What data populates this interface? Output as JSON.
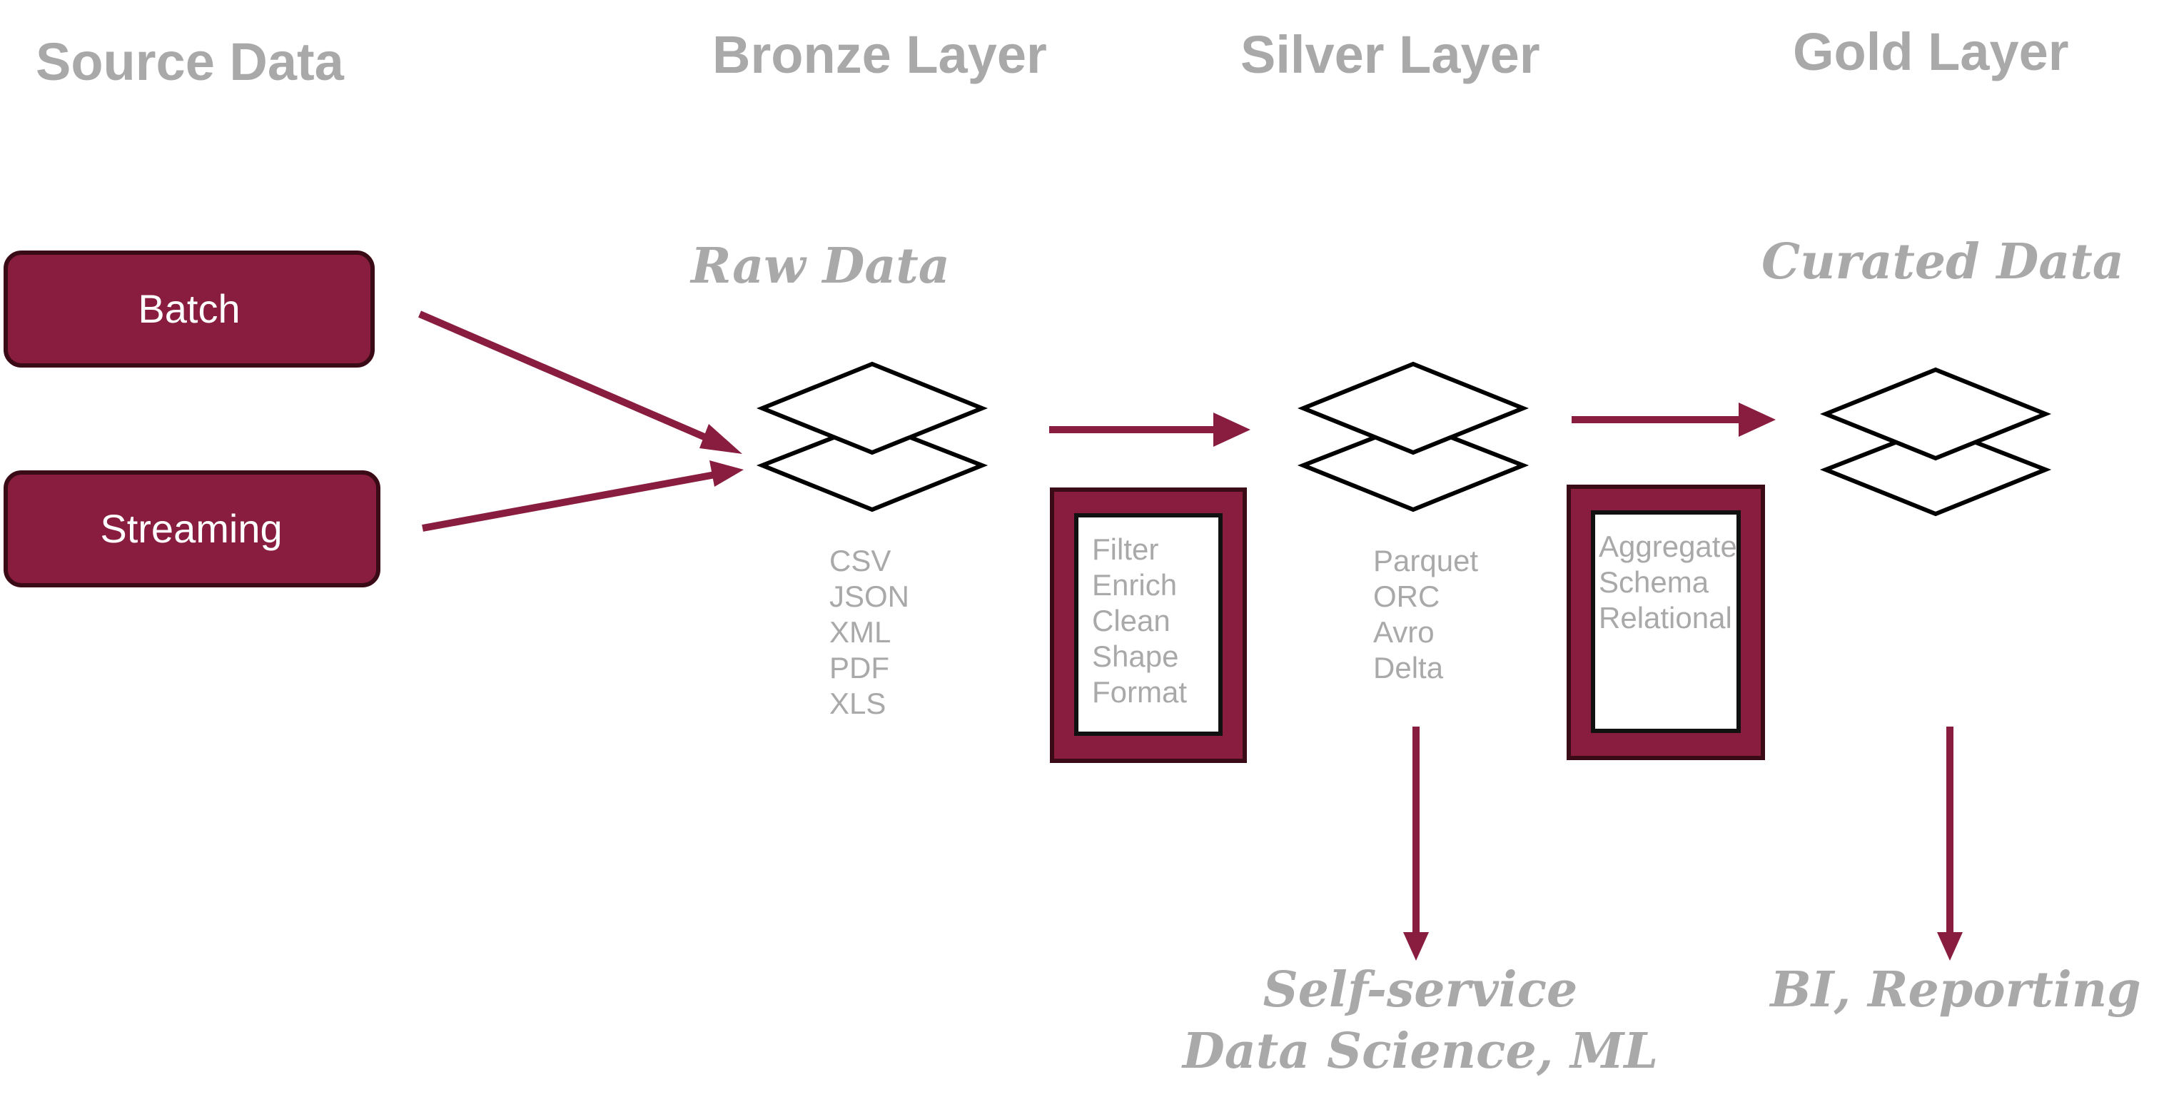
{
  "colors": {
    "accent": "#881d3f",
    "accent_border": "#3a0a17",
    "muted_text": "#a9a9a9"
  },
  "headers": {
    "source": "Source Data",
    "bronze": "Bronze Layer",
    "silver": "Silver Layer",
    "gold": "Gold Layer"
  },
  "subtitles": {
    "raw": "Raw Data",
    "curated": "Curated Data"
  },
  "sources": {
    "batch": "Batch",
    "streaming": "Streaming"
  },
  "bronze_formats": [
    "CSV",
    "JSON",
    "XML",
    "PDF",
    "XLS"
  ],
  "transform_steps": [
    "Filter",
    "Enrich",
    "Clean",
    "Shape",
    "Format"
  ],
  "silver_formats": [
    "Parquet",
    "ORC",
    "Avro",
    "Delta"
  ],
  "gold_steps": [
    "Aggregate",
    "Schema",
    "Relational"
  ],
  "outputs": {
    "silver_line1": "Self-service",
    "silver_line2": "Data Science, ML",
    "gold": "BI, Reporting"
  },
  "icons": {
    "layer": "stacked-layers-icon",
    "arrow": "arrow-right-icon"
  }
}
